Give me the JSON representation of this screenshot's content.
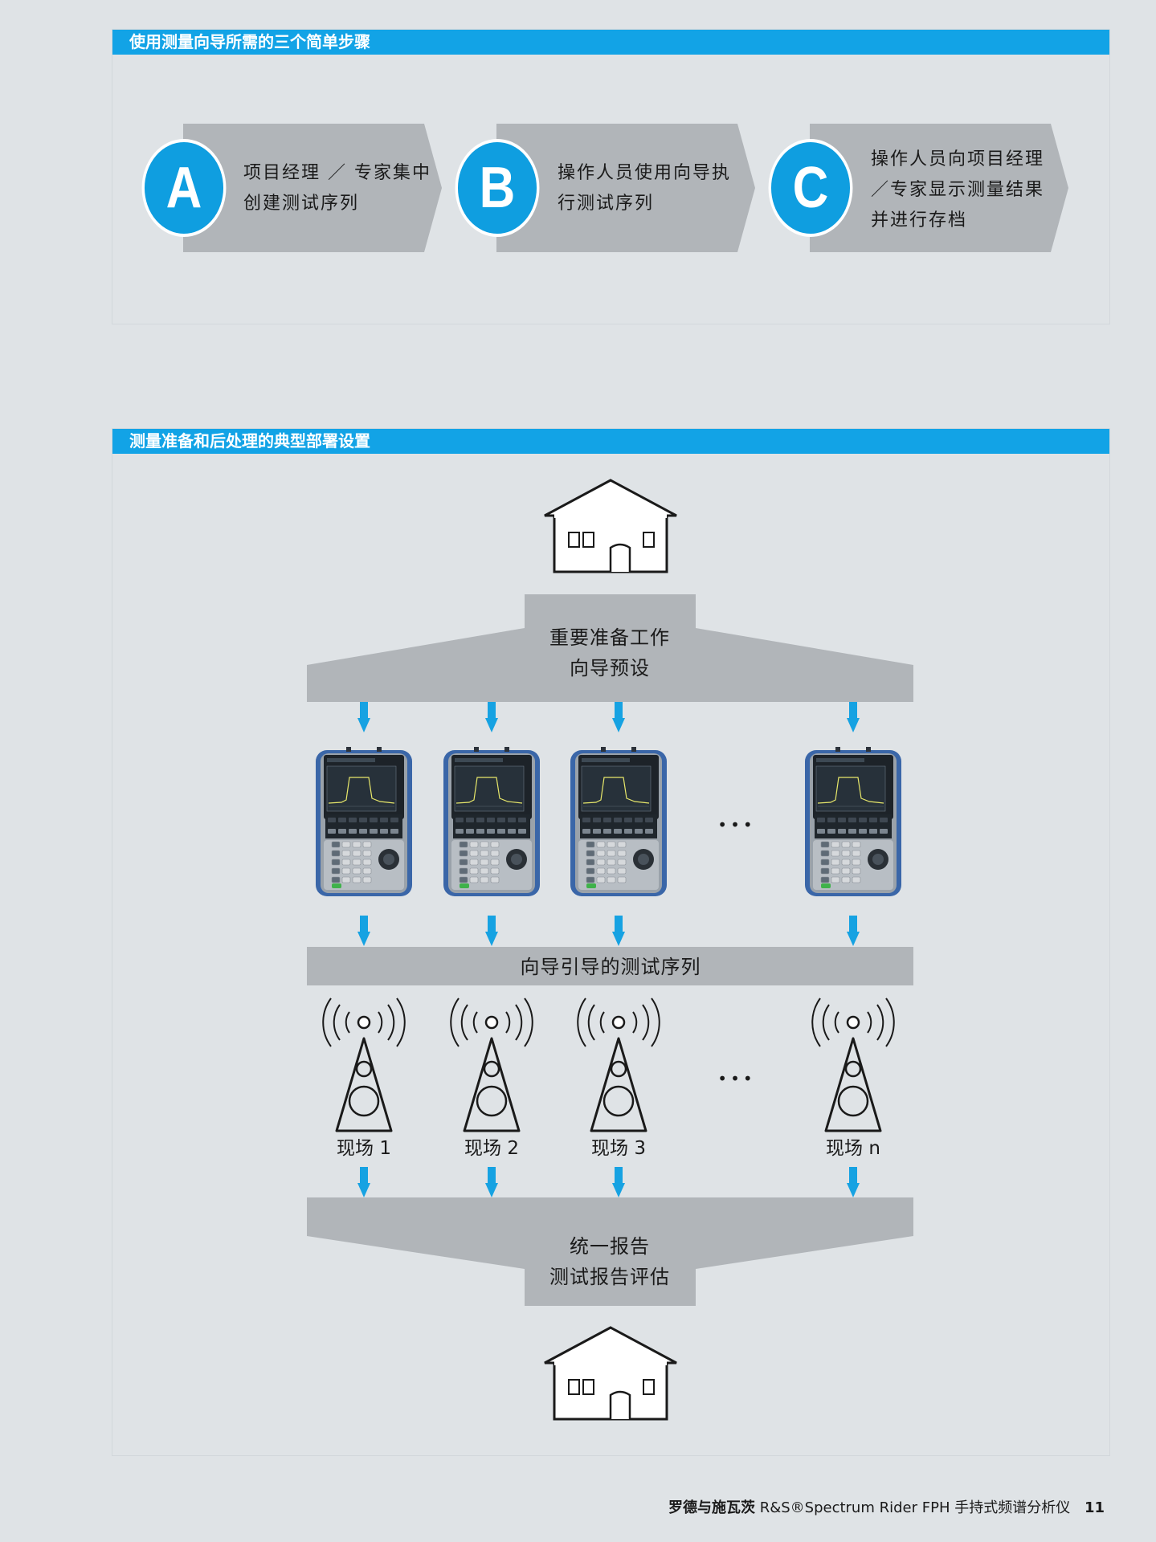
{
  "section1": {
    "title": "使用测量向导所需的三个简单步骤",
    "steps": [
      {
        "letter": "A",
        "lines": [
          "项目经理 ／ 专家集中",
          "创建测试序列"
        ]
      },
      {
        "letter": "B",
        "lines": [
          "操作人员使用向导执",
          "行测试序列"
        ]
      },
      {
        "letter": "C",
        "lines": [
          "操作人员向项目经理",
          "／专家显示测量结果",
          "并进行存档"
        ]
      }
    ]
  },
  "section2": {
    "title": "测量准备和后处理的典型部署设置",
    "prep_lines": [
      "重要准备工作",
      "向导预设"
    ],
    "ellipsis": "•••",
    "sequence_label": "向导引导的测试序列",
    "sites": [
      "现场 1",
      "现场 2",
      "现场 3",
      "现场 n"
    ],
    "report_lines": [
      "统一报告",
      "测试报告评估"
    ]
  },
  "footer": {
    "brand": "罗德与施瓦茨",
    "product": "R&S®Spectrum Rider FPH 手持式频谱分析仪",
    "page": "11"
  },
  "colors": {
    "accent": "#12a3e6",
    "band": "#b1b5b9",
    "circle": "#0f9ee0",
    "arrow": "#16a2e2"
  },
  "icons": [
    "house-icon",
    "down-arrow-icon",
    "handheld-analyzer-icon",
    "radio-tower-icon"
  ]
}
